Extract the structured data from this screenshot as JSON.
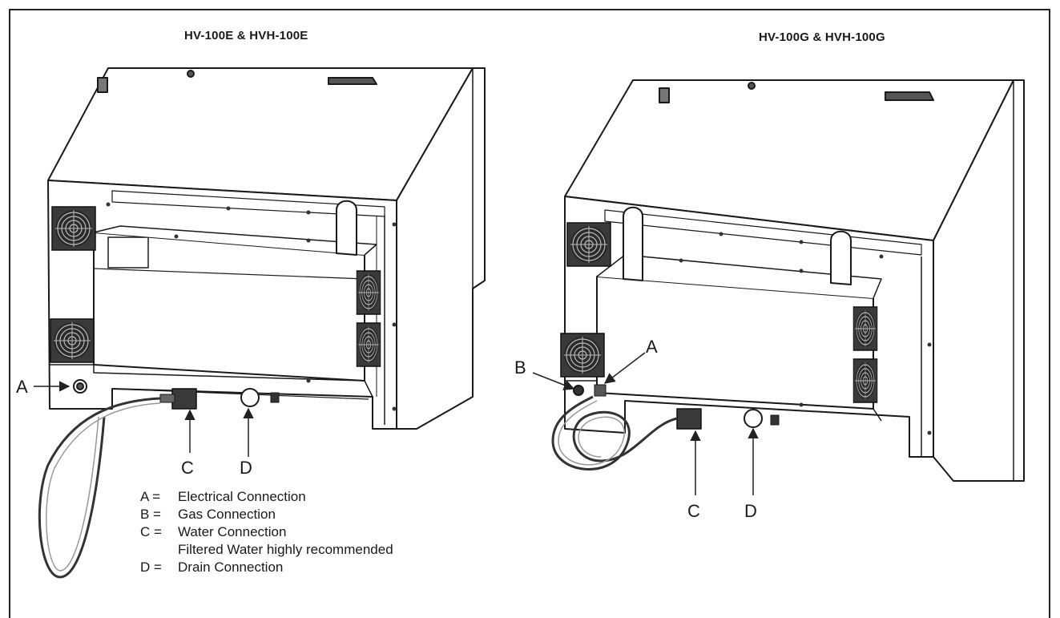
{
  "titles": {
    "left": "HV-100E & HVH-100E",
    "right": "HV-100G & HVH-100G"
  },
  "callouts": {
    "left": {
      "a": "A",
      "c": "C",
      "d": "D"
    },
    "right": {
      "a": "A",
      "b": "B",
      "c": "C",
      "d": "D"
    }
  },
  "legend": {
    "items": [
      {
        "key": "A =",
        "text": "Electrical Connection"
      },
      {
        "key": "B =",
        "text": "Gas Connection"
      },
      {
        "key": "C =",
        "text": "Water Connection"
      },
      {
        "key": "",
        "text": "Filtered Water highly recommended"
      },
      {
        "key": "D =",
        "text": "Drain Connection"
      }
    ]
  }
}
